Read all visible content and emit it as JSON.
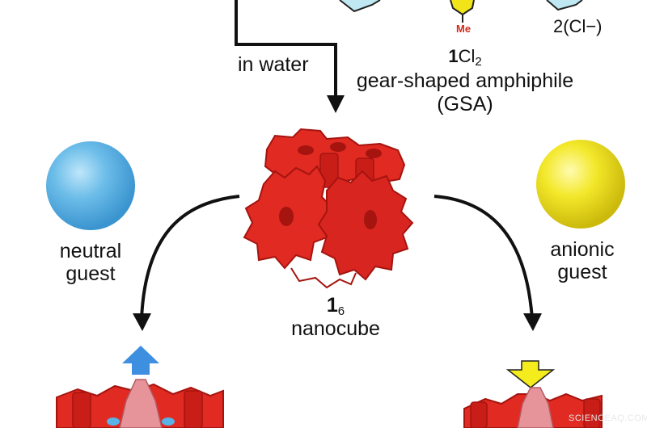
{
  "step_label": "in water",
  "molecule": {
    "id_number": "1",
    "id_formula": "Cl",
    "id_subscript": "2",
    "counterion": "2(Cl−)",
    "methyl": "Me",
    "name": "gear-shaped amphiphile",
    "abbrev": "(GSA)"
  },
  "nanocube": {
    "id_number": "1",
    "id_subscript": "6",
    "name": "nanocube"
  },
  "neutral": {
    "line1": "neutral",
    "line2": "guest"
  },
  "anionic": {
    "line1": "anionic",
    "line2": "guest"
  },
  "watermark": "SCIENCEAQ.COM",
  "colors": {
    "cube_red": "#e02a22",
    "cube_dark": "#a5140f",
    "neutral_ball": "#58b3e6",
    "anionic_ball": "#f1e51a",
    "up_arrow": "#3f8fe0",
    "down_arrow": "#f4ec1c",
    "guest_pink": "#e7939a",
    "ring_cyan": "#bfe8f2"
  }
}
